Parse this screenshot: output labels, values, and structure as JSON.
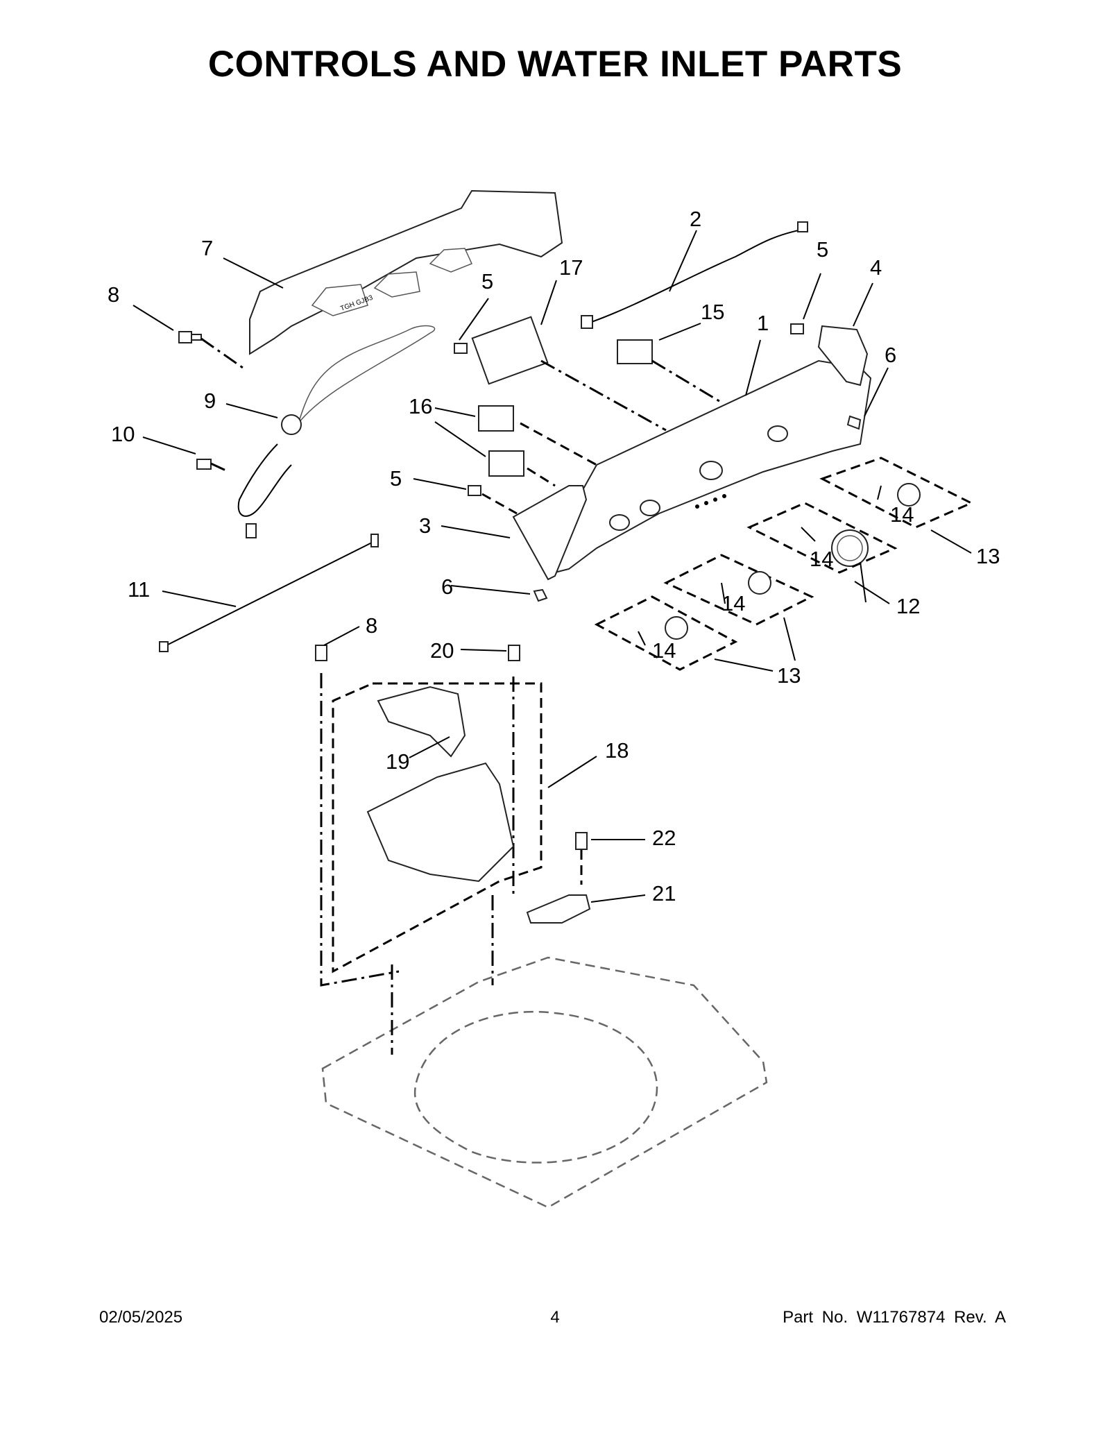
{
  "title": "CONTROLS AND WATER INLET PARTS",
  "footer": {
    "date": "02/05/2025",
    "page_number": "4",
    "part_number": "Part No.  W11767874  Rev.  A"
  },
  "panel_marking": "TGH  GJB3",
  "callouts": {
    "c1": "1",
    "c2": "2",
    "c3": "3",
    "c4": "4",
    "c5a": "5",
    "c5b": "5",
    "c5c": "5",
    "c6a": "6",
    "c6b": "6",
    "c7": "7",
    "c8a": "8",
    "c8b": "8",
    "c9": "9",
    "c10": "10",
    "c11": "11",
    "c12": "12",
    "c13a": "13",
    "c13b": "13",
    "c14a": "14",
    "c14b": "14",
    "c14c": "14",
    "c14d": "14",
    "c15": "15",
    "c16": "16",
    "c17": "17",
    "c18": "18",
    "c19": "19",
    "c20": "20",
    "c21": "21",
    "c22": "22"
  }
}
